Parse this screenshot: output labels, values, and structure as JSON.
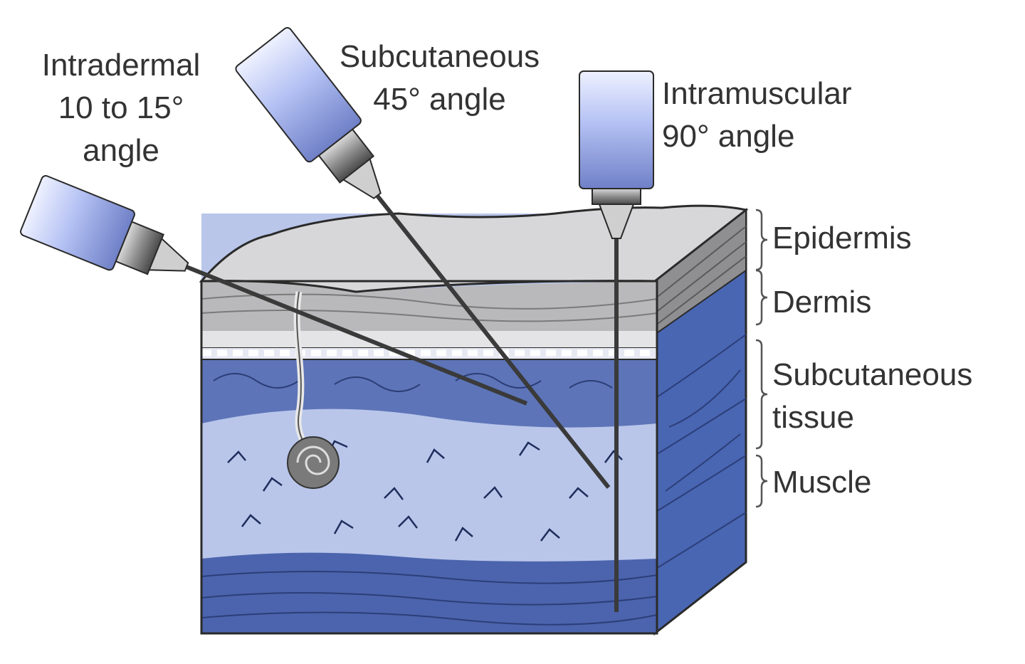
{
  "injections": [
    {
      "id": "intradermal",
      "lines": [
        "Intradermal",
        "10 to 15°",
        "angle"
      ]
    },
    {
      "id": "subcutaneous",
      "lines": [
        "Subcutaneous",
        "45° angle"
      ]
    },
    {
      "id": "intramuscular",
      "lines": [
        "Intramuscular",
        "90° angle"
      ]
    }
  ],
  "layers": [
    {
      "id": "epidermis",
      "lines": [
        "Epidermis"
      ]
    },
    {
      "id": "dermis",
      "lines": [
        "Dermis"
      ]
    },
    {
      "id": "subcutaneous-tissue",
      "lines": [
        "Subcutaneous",
        "tissue"
      ]
    },
    {
      "id": "muscle",
      "lines": [
        "Muscle"
      ]
    }
  ],
  "colors": {
    "skin_top": "#d7d7d9",
    "dermis": "#b9b9bb",
    "subq_band": "#5d74b8",
    "fat": "#b9c6ea",
    "muscle": "#4b64ad",
    "side": "#4966b3",
    "syringe": "#b3c0f3",
    "hub": "#8d8d8d",
    "outline": "#2a2a2a"
  }
}
